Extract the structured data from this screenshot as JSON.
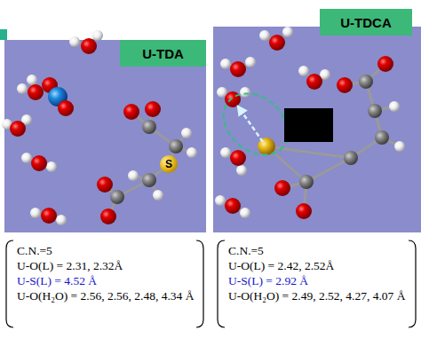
{
  "diagram": {
    "nodes": [
      {
        "text": [
          "U-TDA"
        ]
      },
      {
        "text": [
          "S"
        ]
      },
      {
        "text": [
          "U-TDCA"
        ]
      },
      {
        "text": [
          "C.N.=5",
          "U-O(L) = 2.31, 2.32Å",
          "U-S(L) = 4.52 Å",
          "U-O(H₂O) = 2.56, 2.56, 2.48, 4.34 Å"
        ]
      },
      {
        "text": [
          "C.N.=5",
          "U-O(L) = 2.42, 2.52Å",
          "U-S(L) = 2.92 Å",
          "U-O(H₂O) = 2.49, 2.52, 4.27, 4.07 Å"
        ]
      }
    ]
  }
}
